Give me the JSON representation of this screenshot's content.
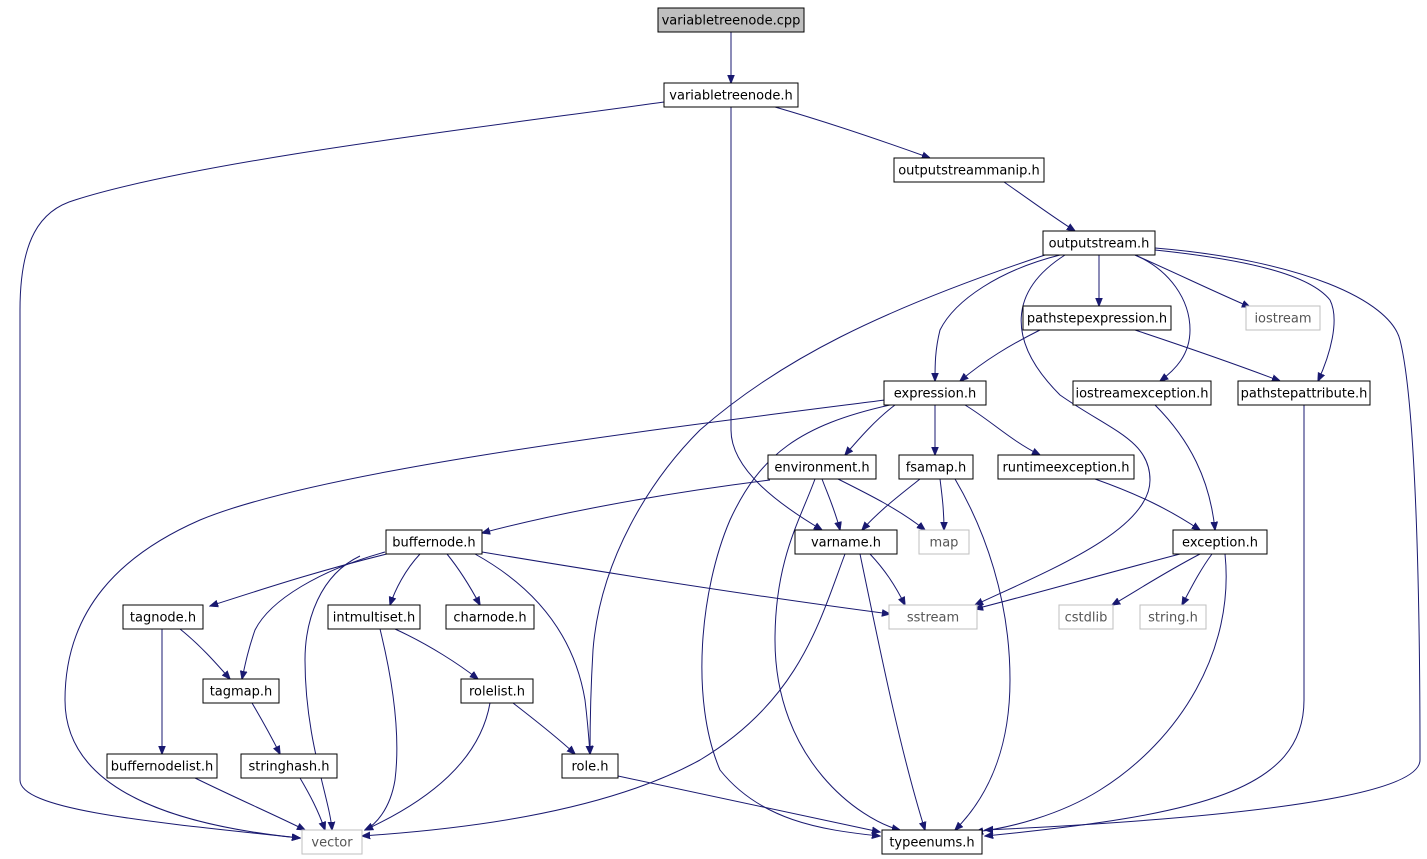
{
  "title": "variabletreenode.cpp",
  "colors": {
    "edge": "#191970",
    "node_border": "#000000",
    "external_border": "#bfbfbf",
    "root_fill": "#bfbfbf",
    "node_fill": "#ffffff"
  },
  "nodes": [
    {
      "id": "variabletreenode_cpp",
      "label": "variabletreenode.cpp",
      "kind": "root"
    },
    {
      "id": "variabletreenode_h",
      "label": "variabletreenode.h",
      "kind": "file"
    },
    {
      "id": "outputstreammanip_h",
      "label": "outputstreammanip.h",
      "kind": "file"
    },
    {
      "id": "outputstream_h",
      "label": "outputstream.h",
      "kind": "file"
    },
    {
      "id": "pathstepexpression_h",
      "label": "pathstepexpression.h",
      "kind": "file"
    },
    {
      "id": "iostream",
      "label": "iostream",
      "kind": "external"
    },
    {
      "id": "expression_h",
      "label": "expression.h",
      "kind": "file"
    },
    {
      "id": "iostreamexception_h",
      "label": "iostreamexception.h",
      "kind": "file"
    },
    {
      "id": "pathstepattribute_h",
      "label": "pathstepattribute.h",
      "kind": "file"
    },
    {
      "id": "environment_h",
      "label": "environment.h",
      "kind": "file"
    },
    {
      "id": "fsamap_h",
      "label": "fsamap.h",
      "kind": "file"
    },
    {
      "id": "runtimeexception_h",
      "label": "runtimeexception.h",
      "kind": "file"
    },
    {
      "id": "buffernode_h",
      "label": "buffernode.h",
      "kind": "file"
    },
    {
      "id": "varname_h",
      "label": "varname.h",
      "kind": "file"
    },
    {
      "id": "map",
      "label": "map",
      "kind": "external"
    },
    {
      "id": "exception_h",
      "label": "exception.h",
      "kind": "file"
    },
    {
      "id": "tagnode_h",
      "label": "tagnode.h",
      "kind": "file"
    },
    {
      "id": "intmultiset_h",
      "label": "intmultiset.h",
      "kind": "file"
    },
    {
      "id": "charnode_h",
      "label": "charnode.h",
      "kind": "file"
    },
    {
      "id": "sstream",
      "label": "sstream",
      "kind": "external"
    },
    {
      "id": "cstdlib",
      "label": "cstdlib",
      "kind": "external"
    },
    {
      "id": "string_h",
      "label": "string.h",
      "kind": "external"
    },
    {
      "id": "tagmap_h",
      "label": "tagmap.h",
      "kind": "file"
    },
    {
      "id": "rolelist_h",
      "label": "rolelist.h",
      "kind": "file"
    },
    {
      "id": "buffernodelist_h",
      "label": "buffernodelist.h",
      "kind": "file"
    },
    {
      "id": "stringhash_h",
      "label": "stringhash.h",
      "kind": "file"
    },
    {
      "id": "role_h",
      "label": "role.h",
      "kind": "file"
    },
    {
      "id": "vector",
      "label": "vector",
      "kind": "external"
    },
    {
      "id": "typeenums_h",
      "label": "typeenums.h",
      "kind": "file"
    }
  ],
  "edges": [
    {
      "from": "variabletreenode_cpp",
      "to": "variabletreenode_h"
    },
    {
      "from": "variabletreenode_h",
      "to": "outputstreammanip_h"
    },
    {
      "from": "variabletreenode_h",
      "to": "varname_h"
    },
    {
      "from": "variabletreenode_h",
      "to": "vector"
    },
    {
      "from": "outputstreammanip_h",
      "to": "outputstream_h"
    },
    {
      "from": "outputstream_h",
      "to": "pathstepexpression_h"
    },
    {
      "from": "outputstream_h",
      "to": "iostream"
    },
    {
      "from": "outputstream_h",
      "to": "expression_h"
    },
    {
      "from": "outputstream_h",
      "to": "iostreamexception_h"
    },
    {
      "from": "outputstream_h",
      "to": "pathstepattribute_h"
    },
    {
      "from": "outputstream_h",
      "to": "role_h"
    },
    {
      "from": "outputstream_h",
      "to": "sstream"
    },
    {
      "from": "outputstream_h",
      "to": "typeenums_h"
    },
    {
      "from": "pathstepexpression_h",
      "to": "expression_h"
    },
    {
      "from": "pathstepexpression_h",
      "to": "pathstepattribute_h"
    },
    {
      "from": "expression_h",
      "to": "environment_h"
    },
    {
      "from": "expression_h",
      "to": "fsamap_h"
    },
    {
      "from": "expression_h",
      "to": "runtimeexception_h"
    },
    {
      "from": "expression_h",
      "to": "vector"
    },
    {
      "from": "expression_h",
      "to": "typeenums_h"
    },
    {
      "from": "iostreamexception_h",
      "to": "exception_h"
    },
    {
      "from": "pathstepattribute_h",
      "to": "typeenums_h"
    },
    {
      "from": "environment_h",
      "to": "buffernode_h"
    },
    {
      "from": "environment_h",
      "to": "varname_h"
    },
    {
      "from": "environment_h",
      "to": "map"
    },
    {
      "from": "environment_h",
      "to": "typeenums_h"
    },
    {
      "from": "fsamap_h",
      "to": "varname_h"
    },
    {
      "from": "fsamap_h",
      "to": "map"
    },
    {
      "from": "fsamap_h",
      "to": "typeenums_h"
    },
    {
      "from": "runtimeexception_h",
      "to": "exception_h"
    },
    {
      "from": "buffernode_h",
      "to": "tagnode_h"
    },
    {
      "from": "buffernode_h",
      "to": "intmultiset_h"
    },
    {
      "from": "buffernode_h",
      "to": "charnode_h"
    },
    {
      "from": "buffernode_h",
      "to": "sstream"
    },
    {
      "from": "buffernode_h",
      "to": "tagmap_h"
    },
    {
      "from": "buffernode_h",
      "to": "role_h"
    },
    {
      "from": "buffernode_h",
      "to": "vector"
    },
    {
      "from": "varname_h",
      "to": "sstream"
    },
    {
      "from": "varname_h",
      "to": "vector"
    },
    {
      "from": "varname_h",
      "to": "typeenums_h"
    },
    {
      "from": "exception_h",
      "to": "sstream"
    },
    {
      "from": "exception_h",
      "to": "cstdlib"
    },
    {
      "from": "exception_h",
      "to": "string_h"
    },
    {
      "from": "exception_h",
      "to": "typeenums_h"
    },
    {
      "from": "tagnode_h",
      "to": "tagmap_h"
    },
    {
      "from": "tagnode_h",
      "to": "buffernodelist_h"
    },
    {
      "from": "intmultiset_h",
      "to": "rolelist_h"
    },
    {
      "from": "intmultiset_h",
      "to": "vector"
    },
    {
      "from": "tagmap_h",
      "to": "stringhash_h"
    },
    {
      "from": "rolelist_h",
      "to": "role_h"
    },
    {
      "from": "rolelist_h",
      "to": "vector"
    },
    {
      "from": "buffernodelist_h",
      "to": "vector"
    },
    {
      "from": "stringhash_h",
      "to": "vector"
    },
    {
      "from": "role_h",
      "to": "typeenums_h"
    }
  ]
}
